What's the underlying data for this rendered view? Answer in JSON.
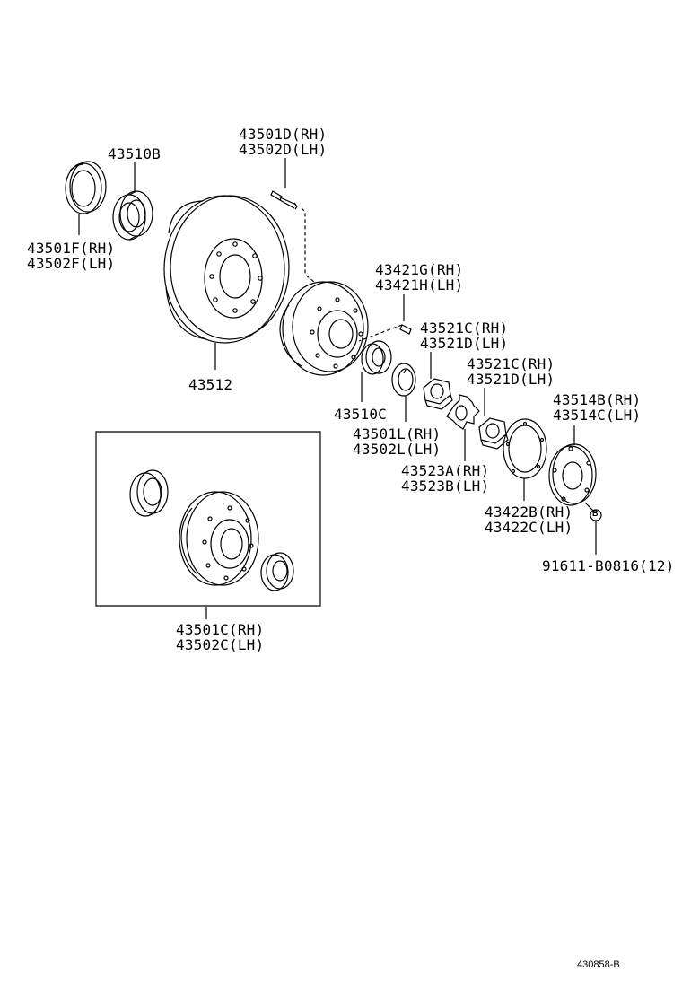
{
  "labels": {
    "p43501D": "43501D(RH)",
    "p43502D": "43502D(LH)",
    "p43510B": "43510B",
    "p43501F": "43501F(RH)",
    "p43502F": "43502F(LH)",
    "p43512": "43512",
    "p43421G": "43421G(RH)",
    "p43421H": "43421H(LH)",
    "p43521C_a": "43521C(RH)",
    "p43521D_a": "43521D(LH)",
    "p43521C_b": "43521C(RH)",
    "p43521D_b": "43521D(LH)",
    "p43514B": "43514B(RH)",
    "p43514C": "43514C(LH)",
    "p43510C": "43510C",
    "p43501L": "43501L(RH)",
    "p43502L": "43502L(LH)",
    "p43523A": "43523A(RH)",
    "p43523B": "43523B(LH)",
    "p43422B": "43422B(RH)",
    "p43422C": "43422C(LH)",
    "p91611": "91611-B0816(12)",
    "p43501C": "43501C(RH)",
    "p43502C": "43502C(LH)",
    "b_marker": "B"
  },
  "figure_code": "430858-B"
}
